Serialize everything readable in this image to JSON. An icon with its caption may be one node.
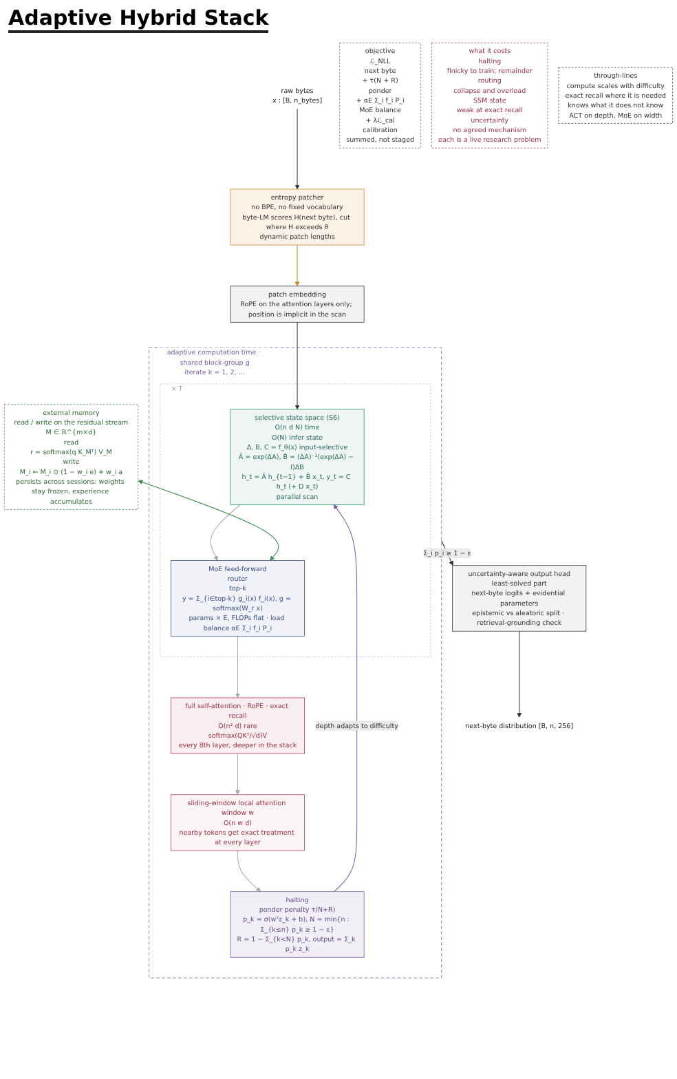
{
  "diagram": {
    "title": "Adaptive Hybrid Stack",
    "nodes": [
      {
        "text": [
          "raw bytes",
          "x : [B, n_bytes]"
        ]
      },
      {
        "text": [
          "entropy patcher",
          "no BPE, no fixed vocabulary",
          "byte-LM scores H(next byte), cut where H exceeds θ",
          "dynamic patch lengths"
        ]
      },
      {
        "text": [
          "patch embedding",
          "RoPE on the attention layers only; position is implicit in the scan"
        ]
      },
      {
        "text": [
          "adaptive computation time · shared block-group g",
          "iterate k = 1, 2, …"
        ]
      },
      {
        "text": [
          "× T"
        ],
        "in": 3
      },
      {
        "text": [
          "selective state space (S6)",
          "O(n d N) time",
          "O(N) infer state",
          "Δ, B, C = f_θ(x) input-selective",
          "Ā = exp(ΔA), B̄ = (ΔA)⁻¹(exp(ΔA) − I)ΔB",
          "h_t = Ā h_{t−1} + B̄ x_t, y_t = C h_t (+ D x_t)",
          "parallel scan"
        ],
        "in": 4
      },
      {
        "text": [
          "MoE feed-forward",
          "router",
          "top-k",
          "y = Σ_{i∈top-k} g_i(x) f_i(x), g = softmax(W_r x)",
          "params × E, FLOPs flat · load balance αE Σ_i f_i P_i"
        ],
        "in": 4
      },
      {
        "text": [
          "full self-attention · RoPE · exact recall",
          "O(n² d) rare",
          "softmax(QKᵀ/√d)V",
          "every 8th layer, deeper in the stack"
        ],
        "in": 3
      },
      {
        "text": [
          "sliding-window local attention window w",
          "O(n w d)",
          "nearby tokens get exact treatment at every layer"
        ],
        "in": 3
      },
      {
        "text": [
          "halting",
          "ponder penalty τ(N+R)",
          "p_k = σ(wᵀz_k + b), N = min{n : Σ_{k≤n} p_k ≥ 1 − ε}",
          "R = 1 − Σ_{k<N} p_k, output = Σ_k p_k z_k"
        ],
        "in": 3
      },
      {
        "text": [
          "uncertainty-aware output head",
          "least-solved part",
          "next-byte logits + evidential parameters",
          "epistemic vs aleatoric split · retrieval-grounding check"
        ]
      },
      {
        "text": [
          "next-byte distribution [B, n, 256]"
        ]
      },
      {
        "text": [
          "external memory",
          "read / write on the residual stream",
          "M ∈ ℝ^{m×d}",
          "read",
          "r = softmax(q K_Mᵀ) V_M",
          "write",
          "M_i ← M_i ⊙ (1 − w_i e) + w_i a",
          "persists across sessions: weights stay frozen, experience accumulates"
        ]
      },
      {
        "text": [
          "objective",
          "ℒ_NLL",
          "next byte",
          "+ τ(N + R)",
          "ponder",
          "+ αE Σ_i f_i P_i",
          "MoE balance",
          "+ λℒ_cal",
          "calibration",
          "summed, not staged"
        ]
      },
      {
        "text": [
          "what it costs",
          "halting",
          "finicky to train; remainder",
          "routing",
          "collapse and overload",
          "SSM state",
          "weak at exact recall",
          "uncertainty",
          "no agreed mechanism",
          "each is a live research problem"
        ]
      },
      {
        "text": [
          "through-lines",
          "compute scales with difficulty",
          "exact recall where it is needed",
          "knows what it does not know",
          "ACT on depth, MoE on width"
        ]
      }
    ],
    "edges": [
      {
        "from": 0,
        "to": 1,
        "arrow": "to"
      },
      {
        "from": 1,
        "to": 2,
        "arrow": "to",
        "color": "#c8892a"
      },
      {
        "from": 2,
        "to": 5,
        "arrow": "to"
      },
      {
        "from": 5,
        "to": 6,
        "arrow": "to",
        "color": "#aaaaaa"
      },
      {
        "from": 6,
        "to": 7,
        "arrow": "to",
        "color": "#aaaaaa"
      },
      {
        "from": 7,
        "to": 8,
        "arrow": "to",
        "color": "#aaaaaa"
      },
      {
        "from": 8,
        "to": 9,
        "arrow": "to",
        "color": "#aaaaaa"
      },
      {
        "from": 9,
        "to": 5,
        "arrow": "to",
        "label": "depth adapts to difficulty",
        "color": "#7b5ea7"
      },
      {
        "from": 12,
        "to": 6,
        "arrow": "both",
        "color": "#3e8a4a"
      },
      {
        "from": 3,
        "to": 10,
        "arrow": "to",
        "label": "Σ_i p_i ≥ 1 − ε"
      },
      {
        "from": 10,
        "to": 11,
        "arrow": "to"
      }
    ]
  }
}
